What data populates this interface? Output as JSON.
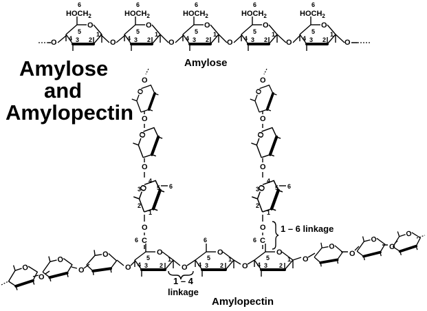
{
  "title": {
    "line1": "Amylose",
    "line2": "and",
    "line3": "Amylopectin"
  },
  "labels": {
    "amylose": "Amylose",
    "amylopectin": "Amylopectin",
    "linkage16": "1 – 6 linkage",
    "linkage14_line1": "1 – 4",
    "linkage14_line2": "linkage"
  },
  "atoms": {
    "hoch2": "HOCH",
    "subscript2": "2",
    "oxygen": "O",
    "carbon": "C",
    "six": "6",
    "one": "1",
    "two": "2",
    "three": "3",
    "four": "4",
    "five": "5"
  }
}
